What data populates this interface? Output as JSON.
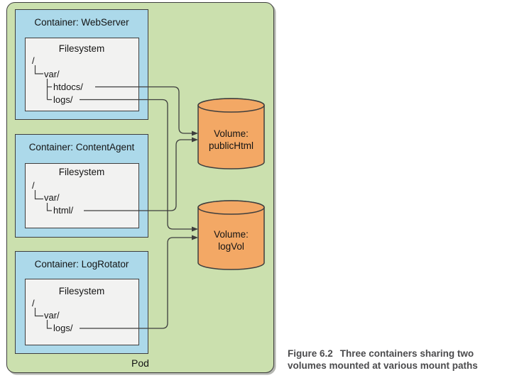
{
  "figure": {
    "pod_label": "Pod",
    "containers": [
      {
        "title": "Container: WebServer",
        "filesystem_label": "Filesystem",
        "tree": [
          "/",
          "var/",
          "htdocs/",
          "logs/"
        ]
      },
      {
        "title": "Container: ContentAgent",
        "filesystem_label": "Filesystem",
        "tree": [
          "/",
          "var/",
          "html/"
        ]
      },
      {
        "title": "Container: LogRotator",
        "filesystem_label": "Filesystem",
        "tree": [
          "/",
          "var/",
          "logs/"
        ]
      }
    ],
    "volumes": [
      {
        "type_label": "Volume:",
        "name": "publicHtml"
      },
      {
        "type_label": "Volume:",
        "name": "logVol"
      }
    ],
    "connections": [
      {
        "from": "WebServer /var/htdocs/",
        "to": "publicHtml"
      },
      {
        "from": "ContentAgent /var/html/",
        "to": "publicHtml"
      },
      {
        "from": "WebServer /var/logs/",
        "to": "logVol"
      },
      {
        "from": "LogRotator /var/logs/",
        "to": "logVol"
      }
    ],
    "colors": {
      "pod_green": "#cbe0ae",
      "container_blue": "#acd9ea",
      "filesystem_gray": "#f2f2f1",
      "volume_orange": "#f3a865",
      "stroke": "#3e3e3e",
      "caption_text": "#4b4b4d"
    }
  },
  "caption": {
    "figure_label": "Figure 6.2",
    "line1": "Three containers sharing two",
    "line2": "volumes mounted at various mount paths"
  }
}
